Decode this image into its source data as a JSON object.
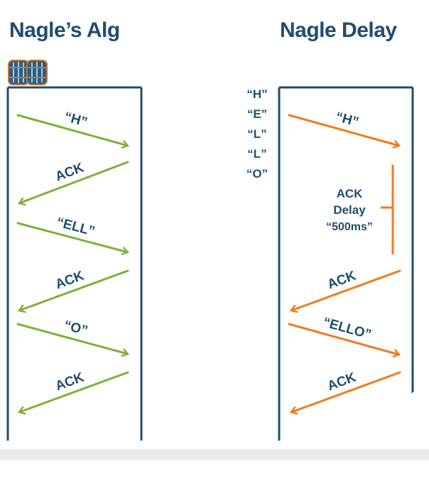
{
  "left": {
    "title": "Nagle’s Alg",
    "messages": [
      {
        "dir": "right",
        "label": "“H”"
      },
      {
        "dir": "left",
        "label": "ACK"
      },
      {
        "dir": "right",
        "label": "“ELL”"
      },
      {
        "dir": "left",
        "label": "ACK"
      },
      {
        "dir": "right",
        "label": "“O”"
      },
      {
        "dir": "left",
        "label": "ACK"
      }
    ]
  },
  "right": {
    "title": "Nagle Delay",
    "queue": [
      "“H”",
      "“E”",
      "“L”",
      "“L”",
      "“O”"
    ],
    "delay_lines": [
      "ACK",
      "Delay",
      "“500ms”"
    ],
    "messages": [
      {
        "dir": "right",
        "label": "“H”"
      },
      {
        "dir": "left",
        "label": "ACK"
      },
      {
        "dir": "right",
        "label": "“ELLO”"
      },
      {
        "dir": "left",
        "label": "ACK"
      }
    ]
  },
  "colors": {
    "title": "#1f4e6e",
    "lane": "#1f4e6e",
    "left_arrows": "#7fb03c",
    "right_arrows": "#f47a1f"
  }
}
